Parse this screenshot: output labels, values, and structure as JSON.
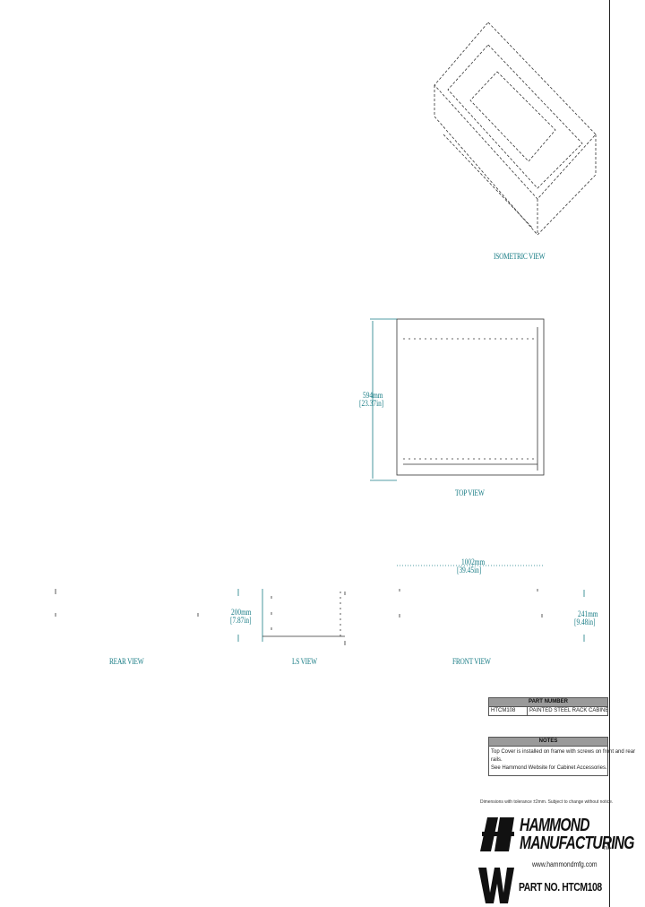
{
  "views": {
    "isometric": "ISOMETRIC VIEW",
    "top": "TOP VIEW",
    "rear": "REAR VIEW",
    "ls": "LS VIEW",
    "front": "FRONT VIEW"
  },
  "dimensions": {
    "top_depth_mm": "594mm",
    "top_depth_in": "[23.37in]",
    "front_width_mm": "1002mm",
    "front_width_in": "[39.45in]",
    "ls_height_mm": "200mm",
    "ls_height_in": "[7.87in]",
    "front_height_mm": "241mm",
    "front_height_in": "[9.48in]"
  },
  "parts_table": {
    "header": "PART NUMBER",
    "rows": [
      {
        "part": "HTCM108",
        "desc": "PAINTED STEEL RACK CABINET TOP"
      }
    ]
  },
  "notes_table": {
    "header": "NOTES",
    "lines": [
      "Top Cover is installed on frame with screws on front and rear",
      "rails.",
      "See Hammond Website for Cabinet Accessories."
    ]
  },
  "footer": {
    "disclaimer": "Dimensions with tolerance ±2mm. Subject to change without notice.",
    "brand_line1": "HAMMOND",
    "brand_line2": "MANUFACTURING",
    "trademark": "TM",
    "website": "www.hammondmfg.com",
    "part_label": "PART NO. HTCM108"
  },
  "colors": {
    "dimension": "#1a7d86",
    "line": "#222222",
    "table_header": "#9a9a9a"
  }
}
